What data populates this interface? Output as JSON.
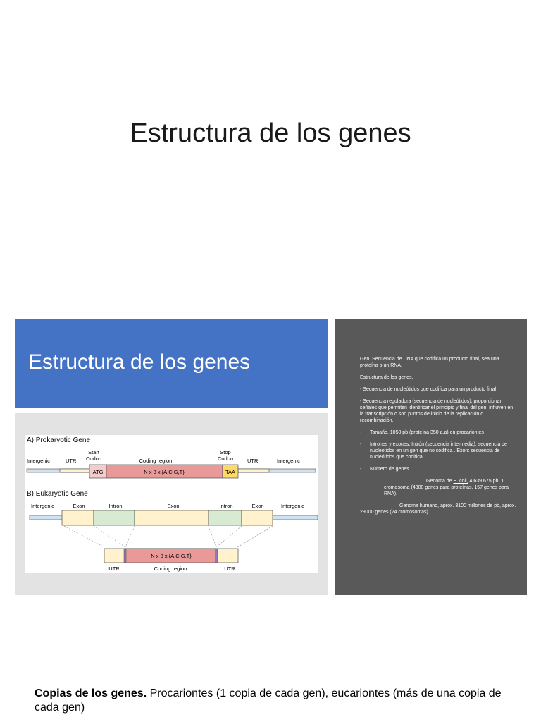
{
  "slide_title": "Estructura de los genes",
  "blue_panel_title": "Estructura de los genes",
  "diagram": {
    "prok_title": "A) Prokaryotic Gene",
    "euk_title": "B) Eukaryotic Gene",
    "intergenic": "Intergenic",
    "utr": "UTR",
    "start_codon_1": "Start",
    "start_codon_2": "Codon",
    "coding_region": "Coding region",
    "stop_codon_1": "Stop",
    "stop_codon_2": "Codon",
    "atg": "ATG",
    "taa": "TAA",
    "nx3": "N x 3 x {A,C,G,T}",
    "exon": "Exon",
    "intron": "Intron"
  },
  "notes": {
    "p1": "Gen. Secuencia de DNA que codifica un producto final, sea una proteína o un RNA.",
    "p2": "Estructura de los genes.",
    "p3": "- Secuencia de nucleótidos que codifica para un producto final",
    "p4": "- Secuencia reguladora (secuencia de nucleótidos), proporcionan señales que permiten identificar el principio y final del gen, influyen en la transcripción o son puntos de inicio de la replicación o recombinación.",
    "b1": "Tamaño. 1050 pb (proteína 350 a.a) en procariontes",
    "b2": "Intrones y exones. Intrón (secuencia intermedia): secuencia de nucleótidos en un gen que no codifica . Exón: secuencia de nucleótidos que codifica.",
    "b3": "Número de genes.",
    "ecoli_pre": "Genoma de ",
    "ecoli_name": "E. coli,",
    "ecoli_post": " 4 639 675 pb, 1 cromosoma (4300 genes para proteínas, 157 genes para RNA).",
    "human": "Genoma humano, aprox. 3100 millones de pb, aprox. 29000 genes (24 cromosomas)"
  },
  "bottom": {
    "bold": "Copias de los genes.",
    "rest": " Procariontes (1 copia de cada gen), eucariontes (más de una copia de cada gen)"
  }
}
